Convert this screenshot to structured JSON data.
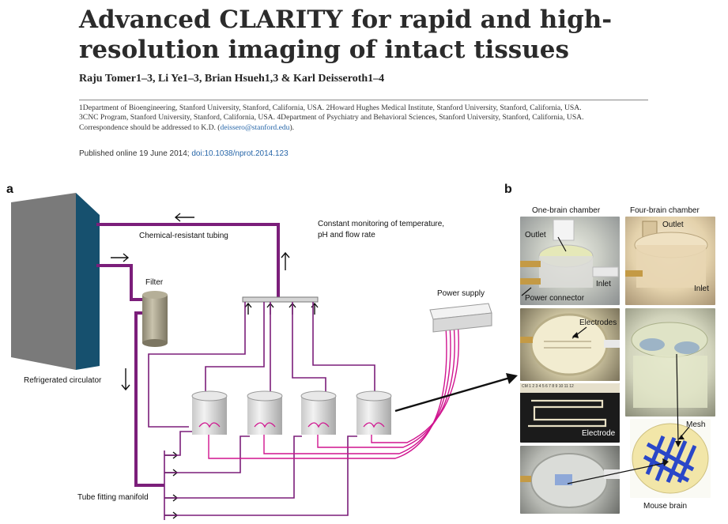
{
  "header": {
    "title": "Advanced CLARITY for rapid and high-resolution imaging of intact tissues",
    "authors": "Raju Tomer1–3, Li Ye1–3, Brian Hsueh1,3 & Karl Deisseroth1–4",
    "affiliations_1": "1Department of Bioengineering, Stanford University, Stanford, California, USA. 2Howard Hughes Medical Institute, Stanford University, Stanford, California, USA.",
    "affiliations_2": "3CNC Program, Stanford University, Stanford, California, USA. 4Department of Psychiatry and Behavioral Sciences, Stanford University, Stanford, California, USA.",
    "correspondence_prefix": "Correspondence should be addressed to K.D. (",
    "correspondence_email": "deissero@stanford.edu",
    "correspondence_suffix": ").",
    "published_prefix": "Published online 19 June 2014; ",
    "doi": "doi:10.1038/nprot.2014.123"
  },
  "panel_a": {
    "label": "a",
    "refrigerated_circulator": "Refrigerated circulator",
    "chemical_tubing": "Chemical-resistant tubing",
    "monitoring_1": "Constant monitoring of temperature,",
    "monitoring_2": "pH and flow rate",
    "filter": "Filter",
    "power_supply": "Power supply",
    "tube_fitting_manifold": "Tube fitting manifold"
  },
  "panel_b": {
    "label": "b",
    "one_brain_chamber": "One-brain chamber",
    "four_brain_chamber": "Four-brain chamber",
    "outlet_1": "Outlet",
    "inlet_1": "Inlet",
    "power_connector": "Power connector",
    "outlet_2": "Outlet",
    "inlet_2": "Inlet",
    "electrodes": "Electrodes",
    "electrode": "Electrode",
    "ruler_cm": "CM 1  2  3  4  5  6  7  8  9  10  11  12",
    "mesh": "Mesh",
    "mouse_brain": "Mouse brain"
  },
  "colors": {
    "tubing": "#7b1e7a",
    "wire": "#d0148f",
    "circulator_front": "#7a7a7a",
    "circulator_side": "#16506e",
    "link": "#2766a8"
  }
}
